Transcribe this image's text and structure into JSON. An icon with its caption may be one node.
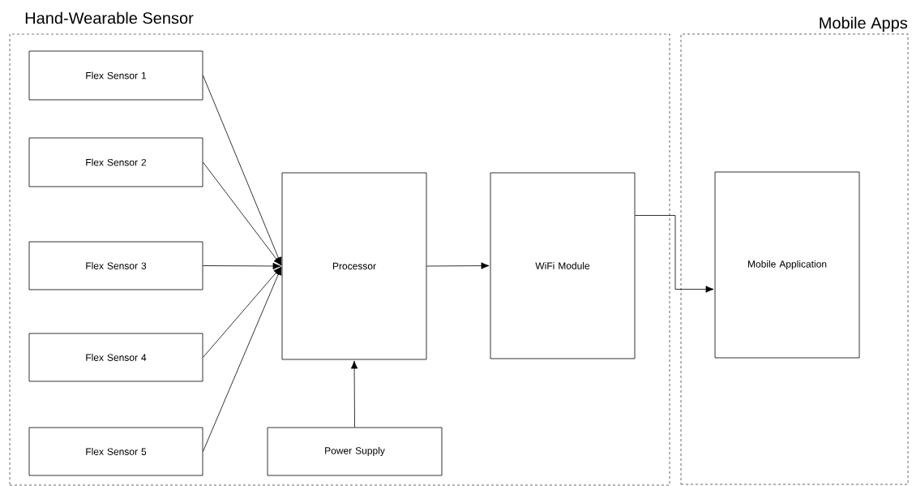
{
  "diagram": {
    "nodes": [
      {
        "text": [
          "Hand-Wearable Sensor"
        ]
      },
      {
        "text": [
          "Flex Sensor 1"
        ],
        "in": 0
      },
      {
        "text": [
          "Flex Sensor 2"
        ],
        "in": 0
      },
      {
        "text": [
          "Flex Sensor 3"
        ],
        "in": 0
      },
      {
        "text": [
          "Flex Sensor 4"
        ],
        "in": 0
      },
      {
        "text": [
          "Flex Sensor 5"
        ],
        "in": 0
      },
      {
        "text": [
          "Processor"
        ],
        "in": 0
      },
      {
        "text": [
          "WiFi Module"
        ],
        "in": 0
      },
      {
        "text": [
          "Power Supply"
        ],
        "in": 0
      },
      {
        "text": [
          "Mobile Apps"
        ]
      },
      {
        "text": [
          "Mobile Application"
        ],
        "in": 9
      }
    ],
    "edges": [
      {
        "from": 1,
        "to": 6,
        "arrow": "to"
      },
      {
        "from": 2,
        "to": 6,
        "arrow": "to"
      },
      {
        "from": 3,
        "to": 6,
        "arrow": "to"
      },
      {
        "from": 4,
        "to": 6,
        "arrow": "to"
      },
      {
        "from": 5,
        "to": 6,
        "arrow": "to"
      },
      {
        "from": 8,
        "to": 6,
        "arrow": "to"
      },
      {
        "from": 6,
        "to": 7,
        "arrow": "to"
      },
      {
        "from": 7,
        "to": 10,
        "arrow": "to"
      }
    ]
  }
}
